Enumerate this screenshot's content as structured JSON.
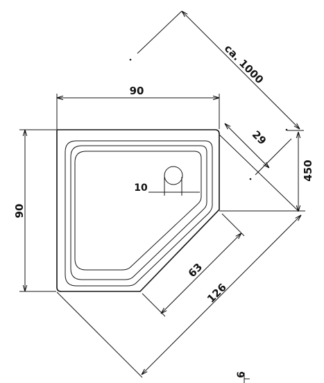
{
  "dimensions": {
    "top_width": "90",
    "left_height": "90",
    "diagonal_length": "ca. 1000",
    "side_offset": "29",
    "height_mm": "450",
    "drain_offset": "10",
    "front_edge": "63",
    "overall_diagonal": "126",
    "foot_height": "6"
  },
  "colors": {
    "ink": "#111111",
    "background": "#ffffff"
  }
}
